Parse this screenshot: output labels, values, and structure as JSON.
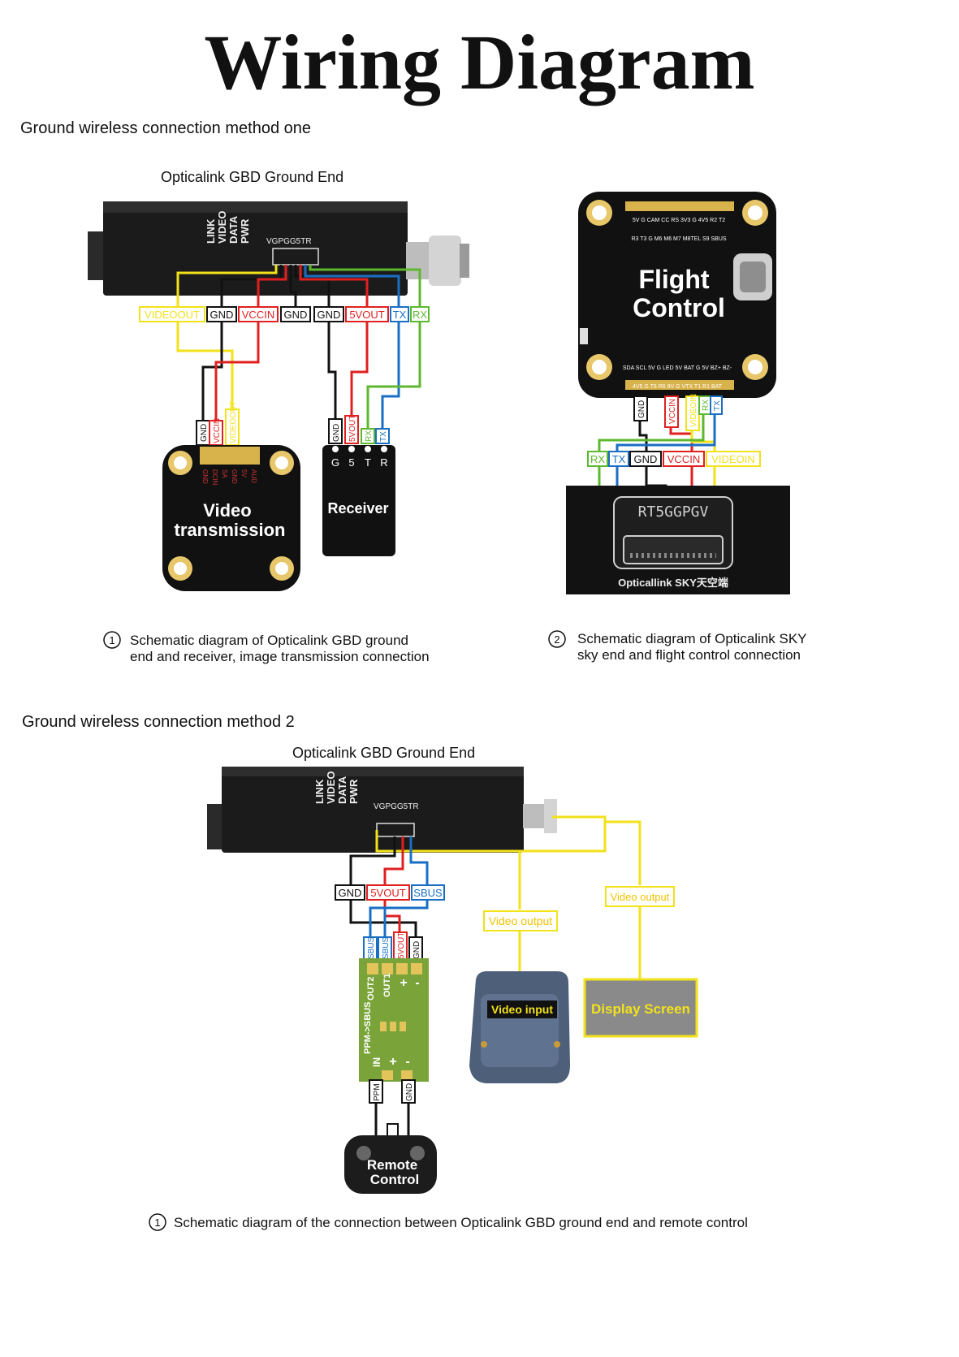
{
  "title": "Wiring Diagram",
  "method1": {
    "heading": "Ground wireless connection method one",
    "gbd_title": "Opticalink GBD Ground End",
    "gbd_indicators": [
      "LINK",
      "VIDEO",
      "DATA",
      "PWR"
    ],
    "gbd_connector": "VGPGG5TR",
    "gbd_pins": [
      "VIDEOOUT",
      "GND",
      "VCCIN",
      "GND",
      "GND",
      "5VOUT",
      "TX",
      "RX"
    ],
    "vtx_wire_tags": [
      "GND",
      "VCCIN",
      "VIDEOOUT"
    ],
    "vtx_pad_labels": [
      "GND",
      "DCIN",
      "SA",
      "GND",
      "5V",
      "AUD"
    ],
    "vtx_label_1": "Video",
    "vtx_label_2": "transmission",
    "rx_wire_tags": [
      "GND",
      "5VOUT",
      "RX",
      "TX"
    ],
    "rx_pins": [
      "G",
      "5",
      "T",
      "R"
    ],
    "rx_label": "Receiver",
    "caption_num": "1",
    "caption_line1": "Schematic diagram of Opticalink GBD ground",
    "caption_line2": "end and receiver, image transmission connection"
  },
  "flight": {
    "label_1": "Flight",
    "label_2": "Control",
    "top_pins_row1": "5V  G  CAM CC RS 3V3  G  4V5  R2  T2",
    "top_pins_row2": "R3  T3  G  M6  M6  M7  M8TEL  S9  SBUS",
    "bottom_pins_row1": "SDA SCL 5V  G  LED 5V BAT  G  5V  BZ+ BZ-",
    "bottom_pins_row2": "4V5  G  T6  R6  9V  G  VTX  T1  R1  BAT",
    "wire_tags": [
      "GND",
      "VCCIN",
      "VIDEOIN",
      "RX",
      "TX"
    ],
    "sky_pins": [
      "RX",
      "TX",
      "GND",
      "VCCIN",
      "VIDEOIN"
    ],
    "sky_connector": "RT5GGPGV",
    "sky_label": "Opticallink SKY天空端",
    "caption_num": "2",
    "caption_line1": "Schematic diagram of Opticalink SKY",
    "caption_line2": "sky end and flight control connection"
  },
  "method2": {
    "heading": "Ground wireless connection method 2",
    "gbd_title": "Opticalink GBD Ground End",
    "gbd_indicators": [
      "LINK",
      "VIDEO",
      "DATA",
      "PWR"
    ],
    "gbd_connector": "VGPGG5TR",
    "pins": [
      "GND",
      "5VOUT",
      "SBUS"
    ],
    "converter_wire_tags": [
      "SBUS",
      "SBUS",
      "5VOUT",
      "GND"
    ],
    "converter_text": "PPM->SBUS",
    "converter_out2": "OUT2",
    "converter_out1": "OUT1",
    "converter_in": "IN",
    "converter_plus": "+",
    "converter_minus": "-",
    "remote_wire_tags": [
      "PPM",
      "GND"
    ],
    "video_output_1": "Video output",
    "video_output_2": "Video output",
    "video_input": "Video input",
    "display_screen": "Display Screen",
    "remote_1": "Remote",
    "remote_2": "Control",
    "caption_num": "1",
    "caption": "Schematic diagram of the connection between Opticalink GBD ground end and remote control"
  },
  "colors": {
    "yellow": "#f2e21a",
    "black": "#111111",
    "red": "#e02020",
    "blue": "#1a6fc4",
    "green": "#5cb82e",
    "board": "#111111",
    "converter": "#7aa43a",
    "screen": "#8a8a8a"
  }
}
